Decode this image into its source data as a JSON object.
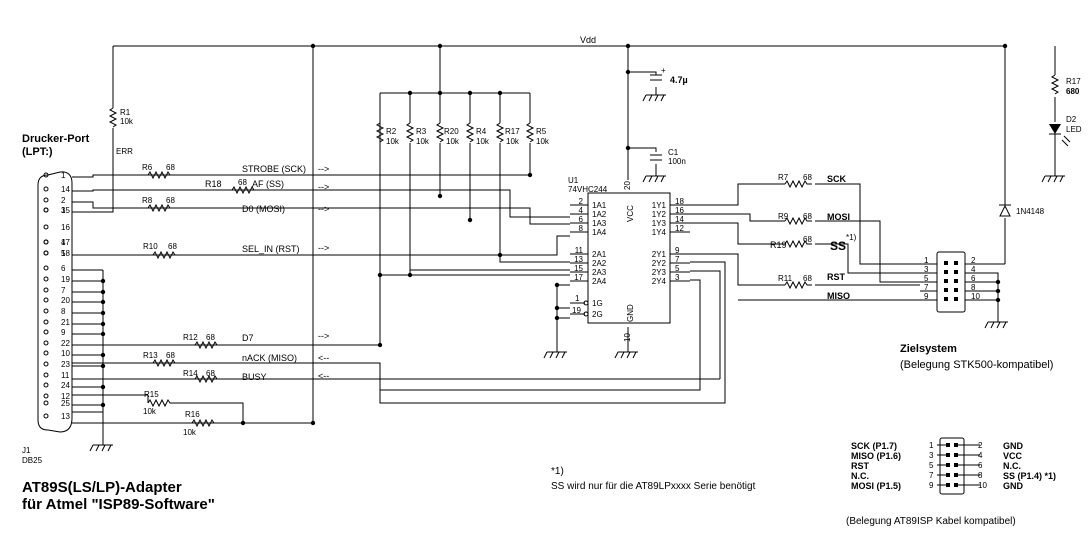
{
  "supply": {
    "vdd": "Vdd"
  },
  "port": {
    "title_line1": "Drucker-Port",
    "title_line2": "(LPT:)",
    "ref": "J1",
    "pkg": "DB25",
    "pins_left": [
      "1",
      "2",
      "3",
      "4",
      "5",
      "6",
      "7",
      "8",
      "9",
      "10",
      "11",
      "12",
      "13"
    ],
    "pins_right": [
      "14",
      "15",
      "16",
      "17",
      "18",
      "19",
      "20",
      "21",
      "22",
      "23",
      "24",
      "25"
    ]
  },
  "err_label": "ERR",
  "resistors": {
    "r1": {
      "ref": "R1",
      "val": "10k"
    },
    "r6": {
      "ref": "R6",
      "val": "68"
    },
    "r18": {
      "ref": "R18",
      "val": "68"
    },
    "r8": {
      "ref": "R8",
      "val": "68"
    },
    "r10": {
      "ref": "R10",
      "val": "68"
    },
    "r12": {
      "ref": "R12",
      "val": "68"
    },
    "r13": {
      "ref": "R13",
      "val": "68"
    },
    "r14": {
      "ref": "R14",
      "val": "68"
    },
    "r15": {
      "ref": "R15",
      "val": "10k"
    },
    "r16": {
      "ref": "R16",
      "val": "10k"
    },
    "r2": {
      "ref": "R2",
      "val": "10k"
    },
    "r3": {
      "ref": "R3",
      "val": "10k"
    },
    "r20": {
      "ref": "R20",
      "val": "10k"
    },
    "r4": {
      "ref": "R4",
      "val": "10k"
    },
    "r17u": {
      "ref": "R17",
      "val": "10k"
    },
    "r5": {
      "ref": "R5",
      "val": "10k"
    },
    "r7": {
      "ref": "R7",
      "val": "68"
    },
    "r9": {
      "ref": "R9",
      "val": "68"
    },
    "r19": {
      "ref": "R19",
      "val": "68"
    },
    "r11": {
      "ref": "R11",
      "val": "68"
    },
    "r17": {
      "ref": "R17",
      "val": "680"
    }
  },
  "signals": {
    "strobe": "STROBE (SCK)",
    "af": "AF (SS)",
    "d0": "D0 (MOSI)",
    "selin": "SEL_IN (RST)",
    "d7": "D7",
    "nack": "nACK (MISO)",
    "busy": "BUSY",
    "arrow_out": "-->",
    "arrow_in": "<--"
  },
  "caps": {
    "c_top": {
      "val": "4.7µ",
      "plus": "+"
    },
    "c1": {
      "ref": "C1",
      "val": "100n"
    }
  },
  "ic": {
    "ref": "U1",
    "part": "74VHC244",
    "vcc": "VCC",
    "gnd": "GND",
    "pins_left": [
      {
        "num": "2",
        "name": "1A1"
      },
      {
        "num": "4",
        "name": "1A2"
      },
      {
        "num": "6",
        "name": "1A3"
      },
      {
        "num": "8",
        "name": "1A4"
      },
      {
        "num": "11",
        "name": "2A1"
      },
      {
        "num": "13",
        "name": "2A2"
      },
      {
        "num": "15",
        "name": "2A3"
      },
      {
        "num": "17",
        "name": "2A4"
      }
    ],
    "pins_right": [
      {
        "num": "18",
        "name": "1Y1"
      },
      {
        "num": "16",
        "name": "1Y2"
      },
      {
        "num": "14",
        "name": "1Y3"
      },
      {
        "num": "12",
        "name": "1Y4"
      },
      {
        "num": "9",
        "name": "2Y1"
      },
      {
        "num": "7",
        "name": "2Y2"
      },
      {
        "num": "5",
        "name": "2Y3"
      },
      {
        "num": "3",
        "name": "2Y4"
      }
    ],
    "oe1": {
      "num": "1",
      "name": "1G"
    },
    "oe2": {
      "num": "19",
      "name": "2G"
    },
    "vcc_pin": "20",
    "gnd_pin": "10"
  },
  "target_nets": {
    "sck": "SCK",
    "mosi": "MOSI",
    "ss": "SS",
    "ss_note": "*1)",
    "rst": "RST",
    "miso": "MISO"
  },
  "led": {
    "ref": "D2",
    "val": "LED"
  },
  "diode": {
    "val": "1N4148"
  },
  "header": {
    "left_pins": [
      "1",
      "3",
      "5",
      "7",
      "9"
    ],
    "right_pins": [
      "2",
      "4",
      "6",
      "8",
      "10"
    ]
  },
  "target": {
    "title": "Zielsystem",
    "subtitle": "(Belegung STK500-kompatibel)"
  },
  "title": {
    "line1": "AT89S(LS/LP)-Adapter",
    "line2": "für Atmel \"ISP89-Software\""
  },
  "footnote": {
    "mark": "*1)",
    "text": "SS wird nur für die AT89LPxxxx Serie benötigt"
  },
  "isp_header": {
    "left_labels": [
      "SCK (P1.7)",
      "MISO (P1.6)",
      "RST",
      "N.C.",
      "MOSI (P1.5)"
    ],
    "right_labels": [
      "GND",
      "VCC",
      "N.C.",
      "SS (P1.4) *1)",
      "GND"
    ],
    "left_pins": [
      "1",
      "3",
      "5",
      "7",
      "9"
    ],
    "right_pins": [
      "2",
      "4",
      "6",
      "8",
      "10"
    ],
    "caption": "(Belegung AT89ISP Kabel kompatibel)"
  }
}
